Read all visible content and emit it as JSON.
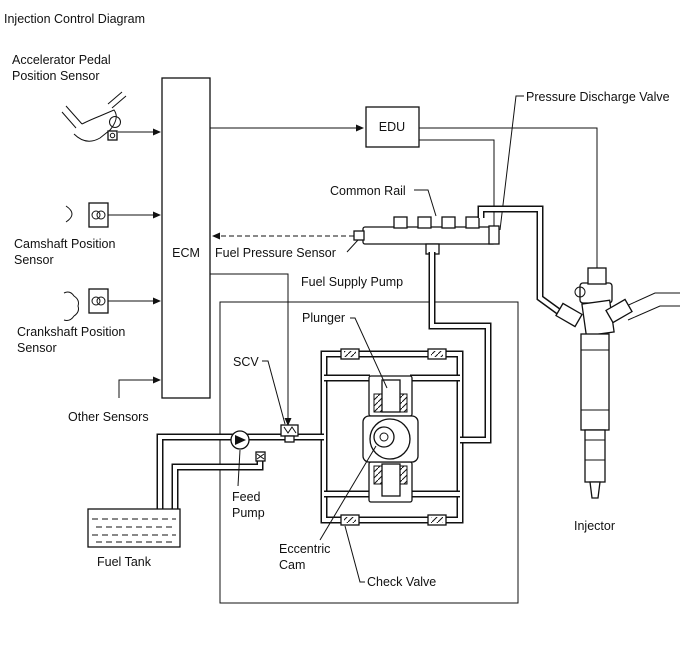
{
  "title": "Injection Control Diagram",
  "labels": {
    "accel_line1": "Accelerator Pedal",
    "accel_line2": "Position Sensor",
    "cam_line1": "Camshaft Position",
    "cam_line2": "Sensor",
    "crank_line1": "Crankshaft Position",
    "crank_line2": "Sensor",
    "other_sensors": "Other Sensors",
    "ecm": "ECM",
    "edu": "EDU",
    "pressure_discharge_valve": "Pressure Discharge Valve",
    "common_rail": "Common Rail",
    "fuel_pressure_sensor": "Fuel Pressure Sensor",
    "fuel_supply_pump": "Fuel Supply Pump",
    "plunger": "Plunger",
    "scv": "SCV",
    "feed_line1": "Feed",
    "feed_line2": "Pump",
    "eccentric_line1": "Eccentric",
    "eccentric_line2": "Cam",
    "check_valve": "Check Valve",
    "fuel_tank": "Fuel Tank",
    "injector": "Injector"
  }
}
